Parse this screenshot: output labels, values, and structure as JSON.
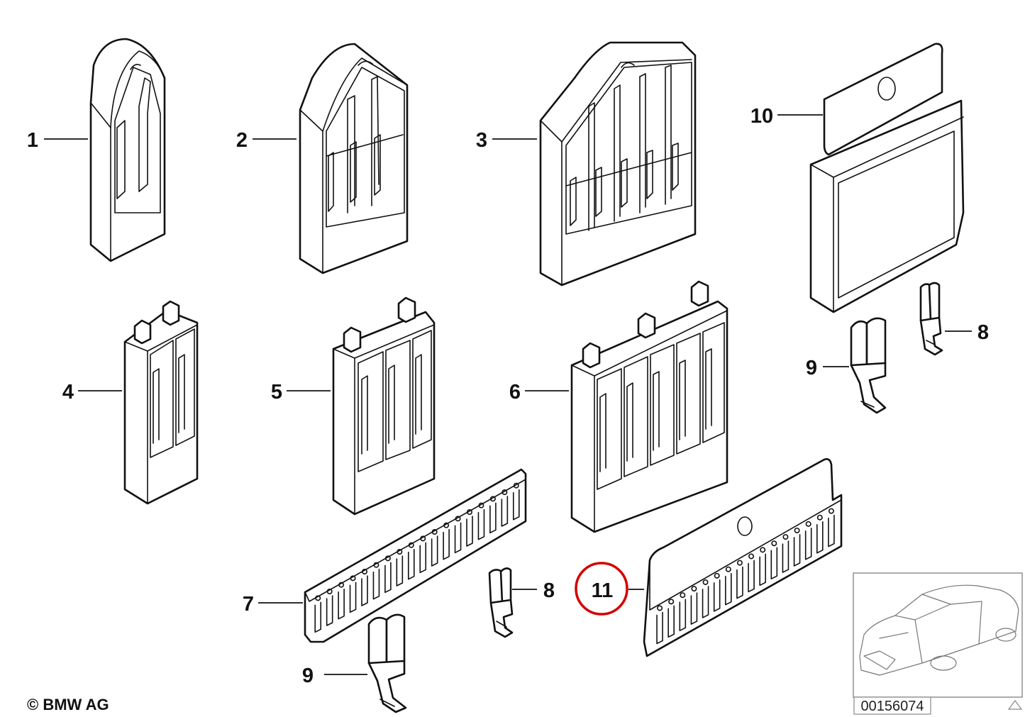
{
  "diagram": {
    "copyright": "© BMW AG",
    "diagram_number": "00156074",
    "highlight_color": "#d40000",
    "callouts": {
      "p1": "1",
      "p2": "2",
      "p3": "3",
      "p4": "4",
      "p5": "5",
      "p6": "6",
      "p7": "7",
      "p8a": "8",
      "p8b": "8",
      "p9a": "9",
      "p9b": "9",
      "p10": "10",
      "p11": "11"
    }
  }
}
